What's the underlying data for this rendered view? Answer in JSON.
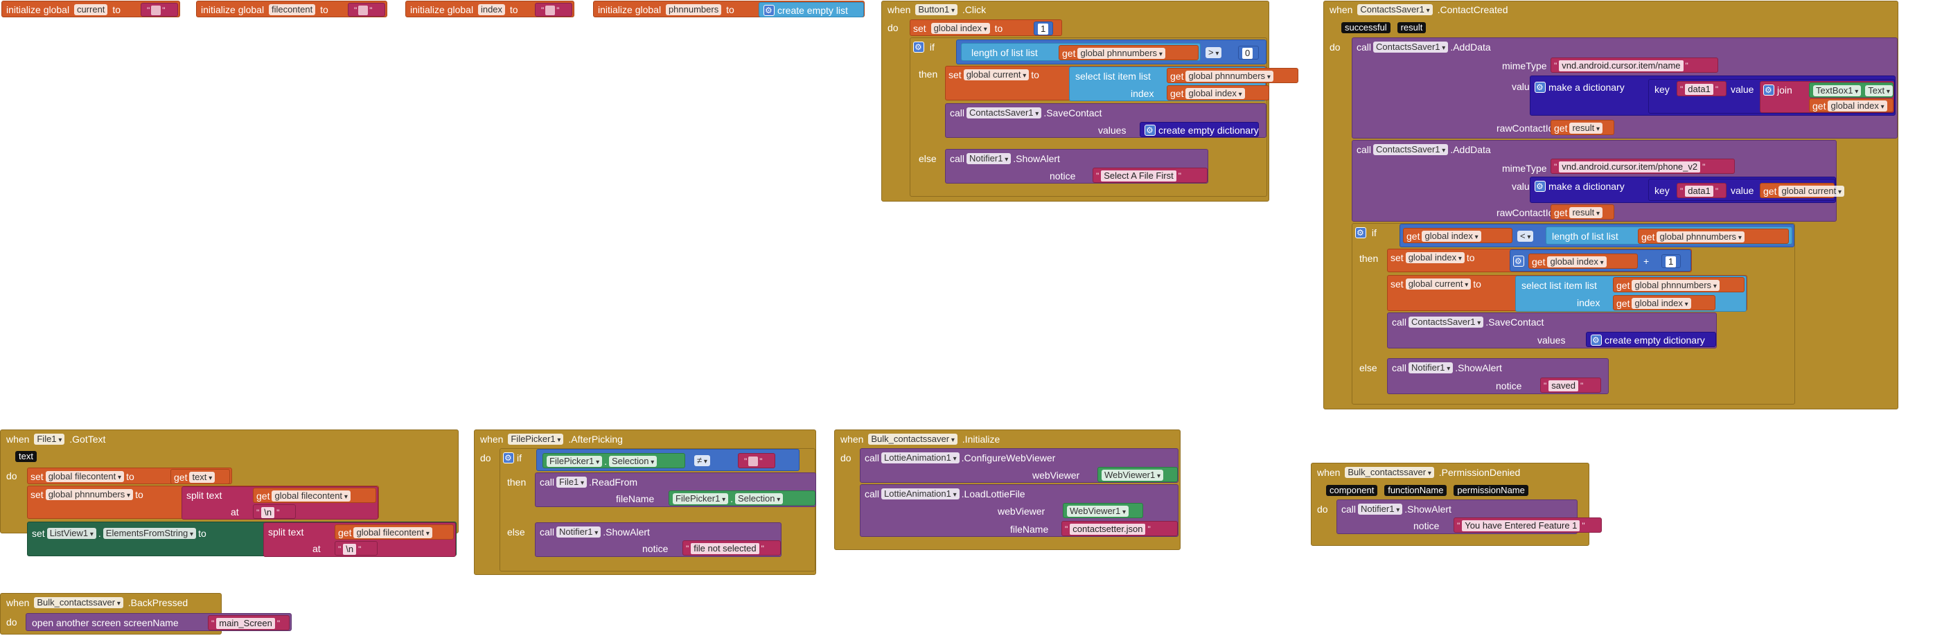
{
  "kw": {
    "initialize_global": "initialize global",
    "to": "to",
    "when": "when",
    "do": "do",
    "set": "set",
    "get": "get",
    "call": "call",
    "if": "if",
    "then": "then",
    "else": "else",
    "create_empty_list": "create empty list",
    "create_empty_dictionary": "create empty dictionary",
    "make_a_dictionary": "make a dictionary",
    "length_of_list": "length of list",
    "list": "list",
    "select_list_item": "select list item",
    "index": "index",
    "key": "key",
    "value": "value",
    "join": "join",
    "split": "split",
    "text": "text",
    "at": "at",
    "open_another_screen": "open another screen",
    "screenName": "screenName",
    "plus": "+"
  },
  "globals": [
    {
      "name": "current"
    },
    {
      "name": "filecontent"
    },
    {
      "name": "index"
    },
    {
      "name": "phnnumbers"
    }
  ],
  "button1": {
    "component": "Button1",
    "event": ".Click",
    "set_var": "global index",
    "num1": "1",
    "cmp_op": ">",
    "num0": "0",
    "get_phn": "global phnnumbers",
    "set_current": "global current",
    "get_index": "global index",
    "saver": "ContactsSaver1",
    "save_method": ".SaveContact",
    "values": "values",
    "notifier": "Notifier1",
    "alert": ".ShowAlert",
    "notice": "notice",
    "alert_text": "Select A File First"
  },
  "contactCreated": {
    "component": "ContactsSaver1",
    "event": ".ContactCreated",
    "params": [
      "successful",
      "result"
    ],
    "add": ".AddData",
    "mimeType": "mimeType",
    "values": "values",
    "rawContactId": "rawContactId",
    "mime1": "vnd.android.cursor.item/name",
    "mime2": "vnd.android.cursor.item/phone_v2",
    "data1": "data1",
    "textbox": "TextBox1",
    "textprop": "Text",
    "get_index": "global index",
    "get_current": "global current",
    "result": "result",
    "lt": "<",
    "get_phn": "global phnnumbers",
    "one": "1",
    "saved": "saved",
    "notifier": "Notifier1",
    "alert": ".ShowAlert",
    "notice": "notice",
    "save_method": ".SaveContact"
  },
  "file1": {
    "component": "File1",
    "event": ".GotText",
    "param": "text",
    "set_fc": "global filecontent",
    "set_phn": "global phnnumbers",
    "get_fc": "global filecontent",
    "newline": "\\n",
    "listview": "ListView1",
    "elements": "ElementsFromString"
  },
  "filePicker": {
    "component": "FilePicker1",
    "event": ".AfterPicking",
    "selection": "Selection",
    "neq": "≠",
    "file": "File1",
    "read": ".ReadFrom",
    "fileName": "fileName",
    "notifier": "Notifier1",
    "alert": ".ShowAlert",
    "notice": "notice",
    "msg": "file not selected"
  },
  "init": {
    "component": "Bulk_contactssaver",
    "event": ".Initialize",
    "lottie": "LottieAnimation1",
    "configure": ".ConfigureWebViewer",
    "load": ".LoadLottieFile",
    "webViewer": "webViewer",
    "wv": "WebViewer1",
    "fileName": "fileName",
    "json": "contactsetter.json"
  },
  "permDenied": {
    "component": "Bulk_contactssaver",
    "event": ".PermissionDenied",
    "params": [
      "component",
      "functionName",
      "permissionName"
    ],
    "notifier": "Notifier1",
    "alert": ".ShowAlert",
    "notice": "notice",
    "msg": "You have Entered Feature 1"
  },
  "back": {
    "component": "Bulk_contactssaver",
    "event": ".BackPressed",
    "screen": "main_Screen"
  }
}
